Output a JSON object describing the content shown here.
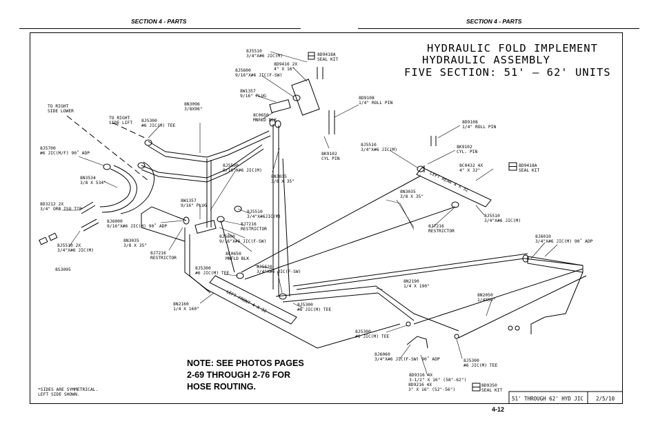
{
  "header": {
    "left": "SECTION 4 - PARTS",
    "right": "SECTION 4 - PARTS"
  },
  "title": {
    "line1": "HYDRAULIC FOLD IMPLEMENT",
    "line2": "HYDRAULIC ASSEMBLY",
    "line3": "FIVE SECTION: 51' – 62' UNITS"
  },
  "labels": {
    "bj5510_top": [
      "8J5510",
      "3/4\"X#6 JIC(M)"
    ],
    "bd9418a_top": [
      "8D9418A",
      "SEAL KIT"
    ],
    "bd9416": [
      "8D9416 2X",
      "4\" X 16\""
    ],
    "bj5600_top": [
      "8J5600",
      "9/16\"X#6 JIC(F-SW)"
    ],
    "bw1357_top": [
      "8W1357",
      "9/16\" PLUG"
    ],
    "bd9108_top": [
      "8D9108",
      "1/4\" ROLL PIN"
    ],
    "bn3096": [
      "8N3096",
      "3/8X96\""
    ],
    "bc0650_top": [
      "8C0650",
      "MNFLD BLK"
    ],
    "to_right_lower": [
      "TO RIGHT",
      "SIDE LOWER"
    ],
    "to_right_lift": [
      "TO RIGHT",
      "SIDE LIFT"
    ],
    "bj5300_a": [
      "8J5300",
      "#6 JIC(M) TEE"
    ],
    "bj5700": [
      "8J5700",
      "#6 JIC(M/F) 90˚ ADP"
    ],
    "bj5500": [
      "8J5500",
      "9/16\"X#6 JIC(M)"
    ],
    "bk9102_mid": [
      "8K9102",
      "CYL PIN"
    ],
    "bn3534": [
      "8N3534",
      "3/8 X 534\""
    ],
    "bn3035_a": [
      "8N3035",
      "3/8 X 35\""
    ],
    "bd3212": [
      "8D3212 2X",
      "3/4\" ORB ISO TIP"
    ],
    "bw1357_mid": [
      "8W1357",
      "9/16\" PLUG"
    ],
    "bj6000": [
      "8J6000",
      "9/16\"X#6 JIC(M) 90˚ ADP"
    ],
    "bj5510_2x": [
      "8J5510 2X",
      "3/4\"X#6 JIC(M)"
    ],
    "bn3035_b": [
      "8N3035",
      "3/8 X 35\""
    ],
    "bj7216_a": [
      "8J7216",
      "RESTRICTOR"
    ],
    "bs3095": [
      "8S3095"
    ],
    "bj5510_mid": [
      "8J5510",
      "3/4\"X#6JIC(M)"
    ],
    "bj7216_b": [
      "8J7216",
      "RESTRICTOR"
    ],
    "bj5600_mid": [
      "8J5600",
      "9/16\"X#6 JIC(F-SW)"
    ],
    "bc0650_mid": [
      "8C0650",
      "MNFLD BLK"
    ],
    "bj5300_b": [
      "8J5300",
      "#6 JIC(M) TEE"
    ],
    "bj5620": [
      "8J5620",
      "3/4\"X#6 JIC(F-SW)"
    ],
    "bn2160": [
      "8N2160",
      "1/4 X 160\""
    ],
    "bj5300_c": [
      "8J5300",
      "#6 JIC(M) TEE"
    ],
    "bd9108_right": [
      "8D9108",
      "1/4\" ROLL PIN"
    ],
    "bj5510_right": [
      "8J5510",
      "3/4\"X#6 JIC(M)"
    ],
    "bk9102_right": [
      "8K9102",
      "CYL. PIN"
    ],
    "bc0432": [
      "8C0432 4X",
      "4\" X 32\""
    ],
    "bd9418a_right": [
      "8D9418A",
      "SEAL KIT"
    ],
    "bn3035_c": [
      "8N3035",
      "3/8 X 35\""
    ],
    "bj5510_r2": [
      "8J5510",
      "3/4\"X#6 JIC(M)"
    ],
    "bj7216_c": [
      "8J7216",
      "RESTRICTOR"
    ],
    "bj6010": [
      "8J6010",
      "3/4\"X#6 JIC(M) 90˚ ADP"
    ],
    "bn2190": [
      "8N2190",
      "1/4 X 190\""
    ],
    "bn2050": [
      "8N2050",
      "1/4X50\""
    ],
    "bj5300_d": [
      "8J5300",
      "#6 JIC(M) TEE"
    ],
    "bj6060": [
      "8J6060",
      "3/4\"X#6 JIC(F-SW) 90˚ ADP"
    ],
    "bj5300_e": [
      "8J5300",
      "#6 JIC(M) TEE"
    ],
    "bd9316": [
      "8D9316 4X",
      "3-1/2\" X 16\" (58\"-62\")"
    ],
    "bd9216": [
      "8D9216 4X",
      "3\" X 16\" (52\"-56\")"
    ],
    "bd9350": [
      "8D9350",
      "SEAL KIT"
    ],
    "sides": [
      "*SIDES ARE SYMMETRICAL.",
      "LEFT SIDE SHOWN."
    ]
  },
  "bar_labels": {
    "left_front": "LEFT FRONT 4 X 32",
    "left_rear": "LEFT REAR 4 X 32"
  },
  "note": "NOTE: SEE PHOTOS PAGES\n2-69 THROUGH 2-76 FOR\nHOSE ROUTING.",
  "title_block": {
    "desc": "51' THROUGH 62' HYD JIC",
    "date": "2/5/10"
  },
  "page_number": "4-12"
}
